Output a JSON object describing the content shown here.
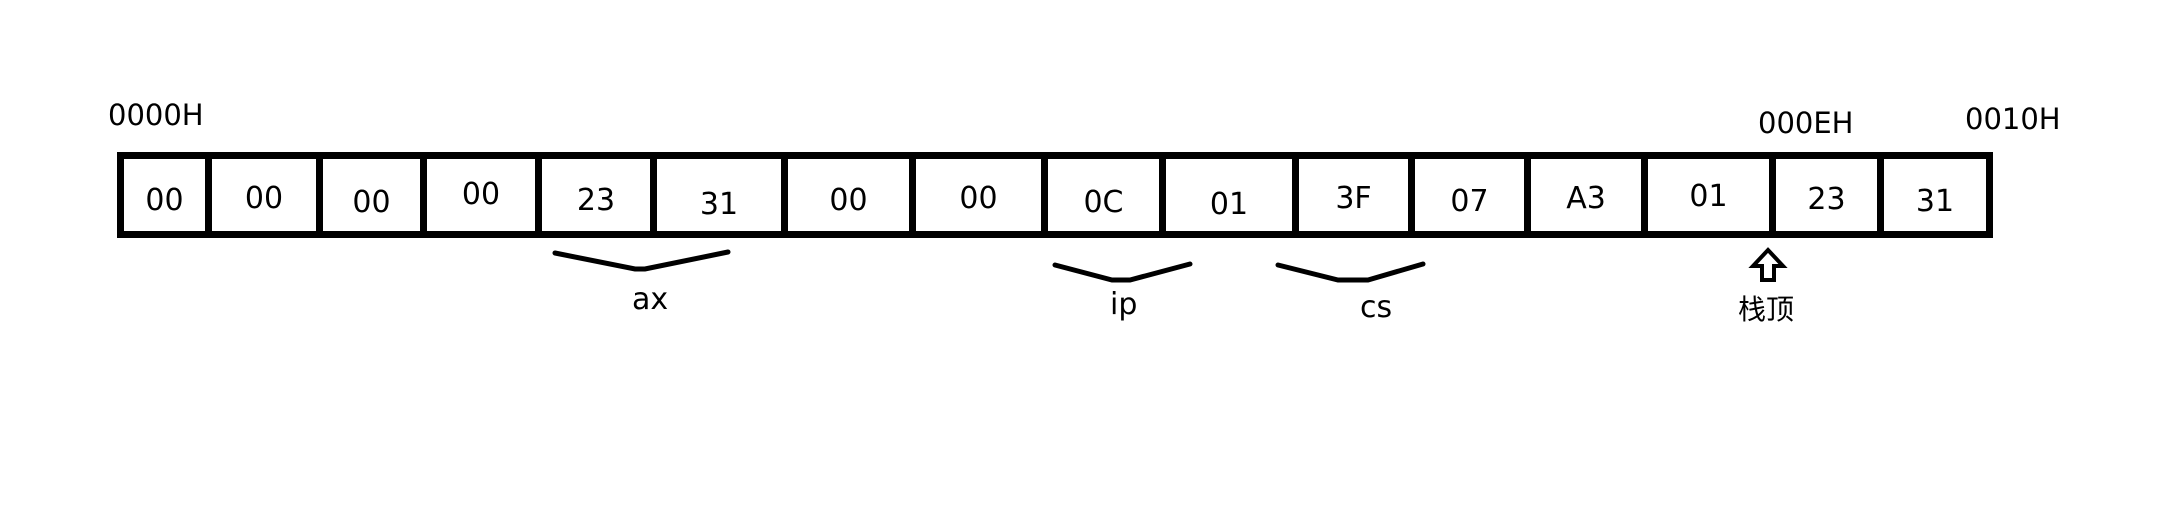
{
  "addresses": {
    "start": "0000H",
    "stack_top_addr": "000EH",
    "end": "0010H"
  },
  "memory_cells": [
    {
      "value": "00"
    },
    {
      "value": "00"
    },
    {
      "value": "00"
    },
    {
      "value": "00"
    },
    {
      "value": "23"
    },
    {
      "value": "31"
    },
    {
      "value": "00"
    },
    {
      "value": "00"
    },
    {
      "value": "0C"
    },
    {
      "value": "01"
    },
    {
      "value": "3F"
    },
    {
      "value": "07"
    },
    {
      "value": "A3"
    },
    {
      "value": "01"
    },
    {
      "value": "23"
    },
    {
      "value": "31"
    }
  ],
  "groups": {
    "ax": "ax",
    "ip": "ip",
    "cs": "cs"
  },
  "stack_pointer": {
    "icon": "up-arrow-icon",
    "label": "栈顶"
  }
}
